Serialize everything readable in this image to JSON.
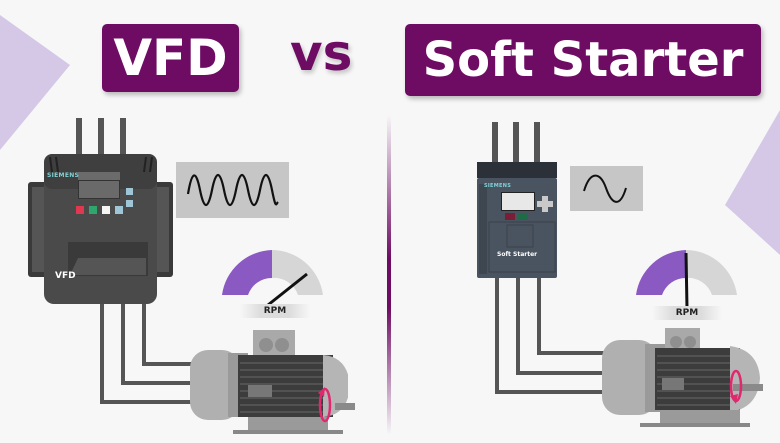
{
  "header": {
    "left_title": "VFD",
    "connector": "vs",
    "right_title": "Soft Starter"
  },
  "left_panel": {
    "device": {
      "brand": "SIEMENS",
      "label": "VFD",
      "button_colors": [
        "#e0394f",
        "#2fa66b",
        "#f4f4f4",
        "#9ec6d6"
      ]
    },
    "waveform": {
      "type": "sine",
      "cycles": 4,
      "description": "high-frequency variable output"
    },
    "gauge": {
      "label": "RPM",
      "fill_color": "#8a59c2",
      "needle_position": "high"
    },
    "motor": {
      "rotation_icon": "rotation-arrow-icon"
    }
  },
  "right_panel": {
    "device": {
      "brand": "SIEMENS",
      "label": "Soft Starter",
      "button_colors": [
        "#7a1d35",
        "#1f6b48"
      ]
    },
    "waveform": {
      "type": "sine",
      "cycles": 1,
      "description": "single cycle line-frequency output"
    },
    "gauge": {
      "label": "RPM",
      "fill_color": "#8a59c2",
      "needle_position": "middle"
    },
    "motor": {
      "rotation_icon": "rotation-arrow-icon"
    }
  },
  "colors": {
    "brand_purple": "#6e0b63",
    "gauge_purple": "#8a59c2",
    "decor_lavender": "#d4c8e6",
    "rotation_arrow": "#e0286e",
    "wire": "#555555"
  }
}
